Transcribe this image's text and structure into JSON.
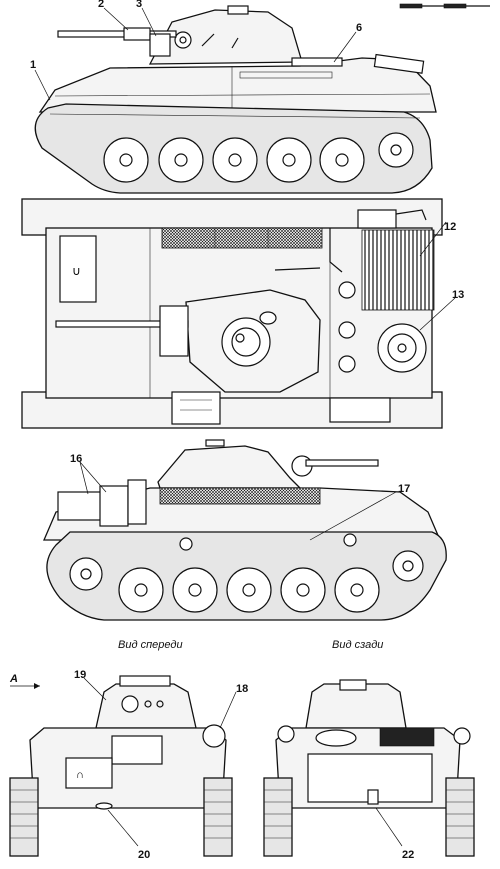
{
  "labels": {
    "n1": "1",
    "n2": "2",
    "n3": "3",
    "n6": "6",
    "n12": "12",
    "n13": "13",
    "n16": "16",
    "n17": "17",
    "n18": "18",
    "n19": "19",
    "n20": "20",
    "n22": "22",
    "arrowA": "A"
  },
  "captions": {
    "front": "Вид спереди",
    "rear": "Вид сзади"
  }
}
